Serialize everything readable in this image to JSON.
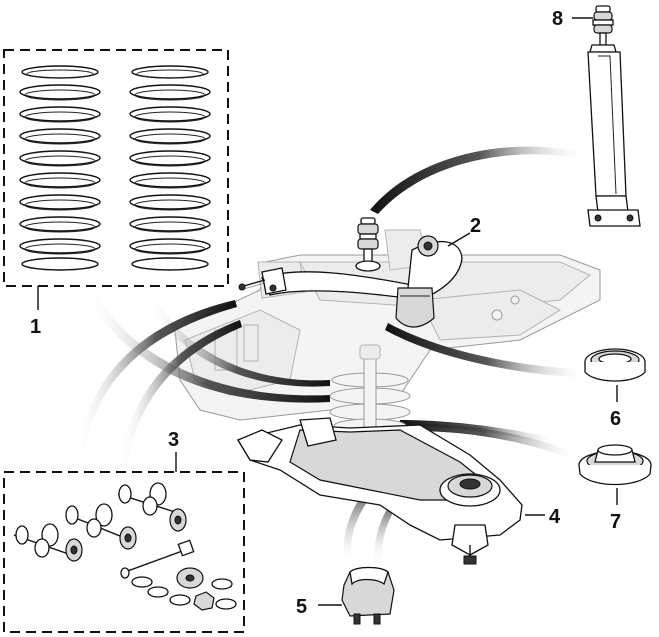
{
  "callouts": {
    "c1": "1",
    "c2": "2",
    "c3": "3",
    "c4": "4",
    "c5": "5",
    "c6": "6",
    "c7": "7",
    "c8": "8"
  },
  "colors": {
    "ink": "#111111",
    "ghost": "#9a9a9a",
    "swoosh": "#555555"
  }
}
